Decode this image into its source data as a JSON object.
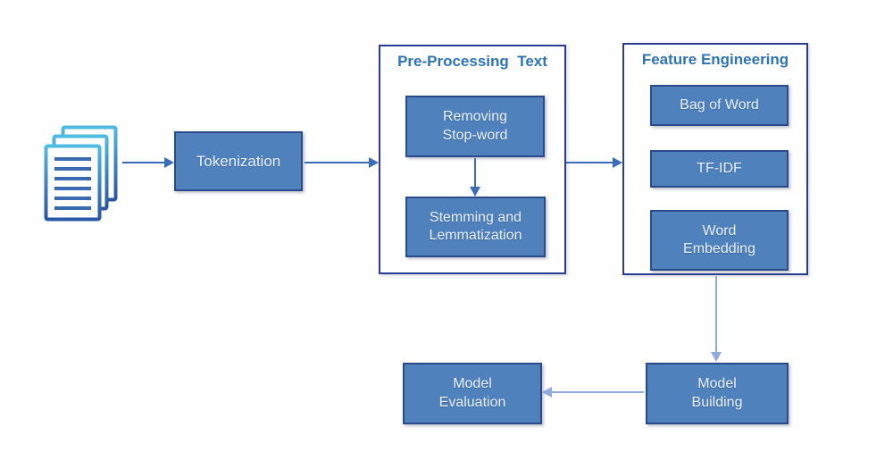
{
  "diagram": {
    "title_hint": "NLP text processing pipeline",
    "colors": {
      "box_fill": "#4F81BD",
      "box_border": "#2B4A8C",
      "panel_border": "#2C3C92",
      "panel_title_text": "#2E74B5",
      "box_text": "#E9F1FA",
      "arrow_main": "#3A6CB8",
      "arrow_light": "#8FAADC",
      "doc_icon_top": "#4FBBE0",
      "doc_icon_bottom": "#2B55A5"
    },
    "nodes": {
      "documents_icon": "documents-icon",
      "tokenization": {
        "label": "Tokenization"
      },
      "model_building": {
        "label": "Model\nBuilding"
      },
      "model_evaluation": {
        "label": "Model\nEvaluation"
      }
    },
    "groups": {
      "preprocessing": {
        "title": "Pre-Processing  Text",
        "boxes": [
          {
            "label": "Removing\nStop-word"
          },
          {
            "label": "Stemming and\nLemmatization"
          }
        ]
      },
      "feature_engineering": {
        "title": "Feature Engineering",
        "boxes": [
          {
            "label": "Bag of Word"
          },
          {
            "label": "TF-IDF"
          },
          {
            "label": "Word\nEmbedding"
          }
        ]
      }
    },
    "arrows": [
      "documents to tokenization",
      "tokenization to preprocessing",
      "preprocessing to feature-engineering",
      "removing-stopword to stemming",
      "feature-engineering to model-building",
      "model-building to model-evaluation"
    ]
  }
}
